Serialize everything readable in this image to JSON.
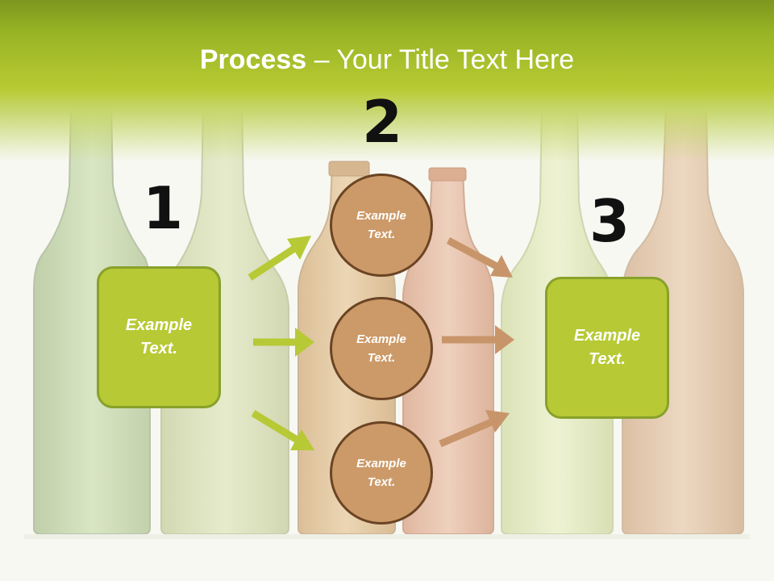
{
  "slide": {
    "title_bold": "Process",
    "title_rest": " – Your Title Text Here"
  },
  "steps": {
    "step1_number": "1",
    "step2_number": "2",
    "step3_number": "3"
  },
  "boxes": {
    "left_text": "Example Text.",
    "right_text": "Example Text."
  },
  "circles": {
    "top_text": "Example Text.",
    "middle_text": "Example Text.",
    "bottom_text": "Example Text."
  },
  "colors": {
    "header_green": "#98b424",
    "box_green": "#b7c935",
    "box_border": "#88a12a",
    "circle_tan": "#cc9a68",
    "circle_border": "#6a4424",
    "arrow_green": "#b7c935",
    "arrow_tan": "#c8956a"
  }
}
